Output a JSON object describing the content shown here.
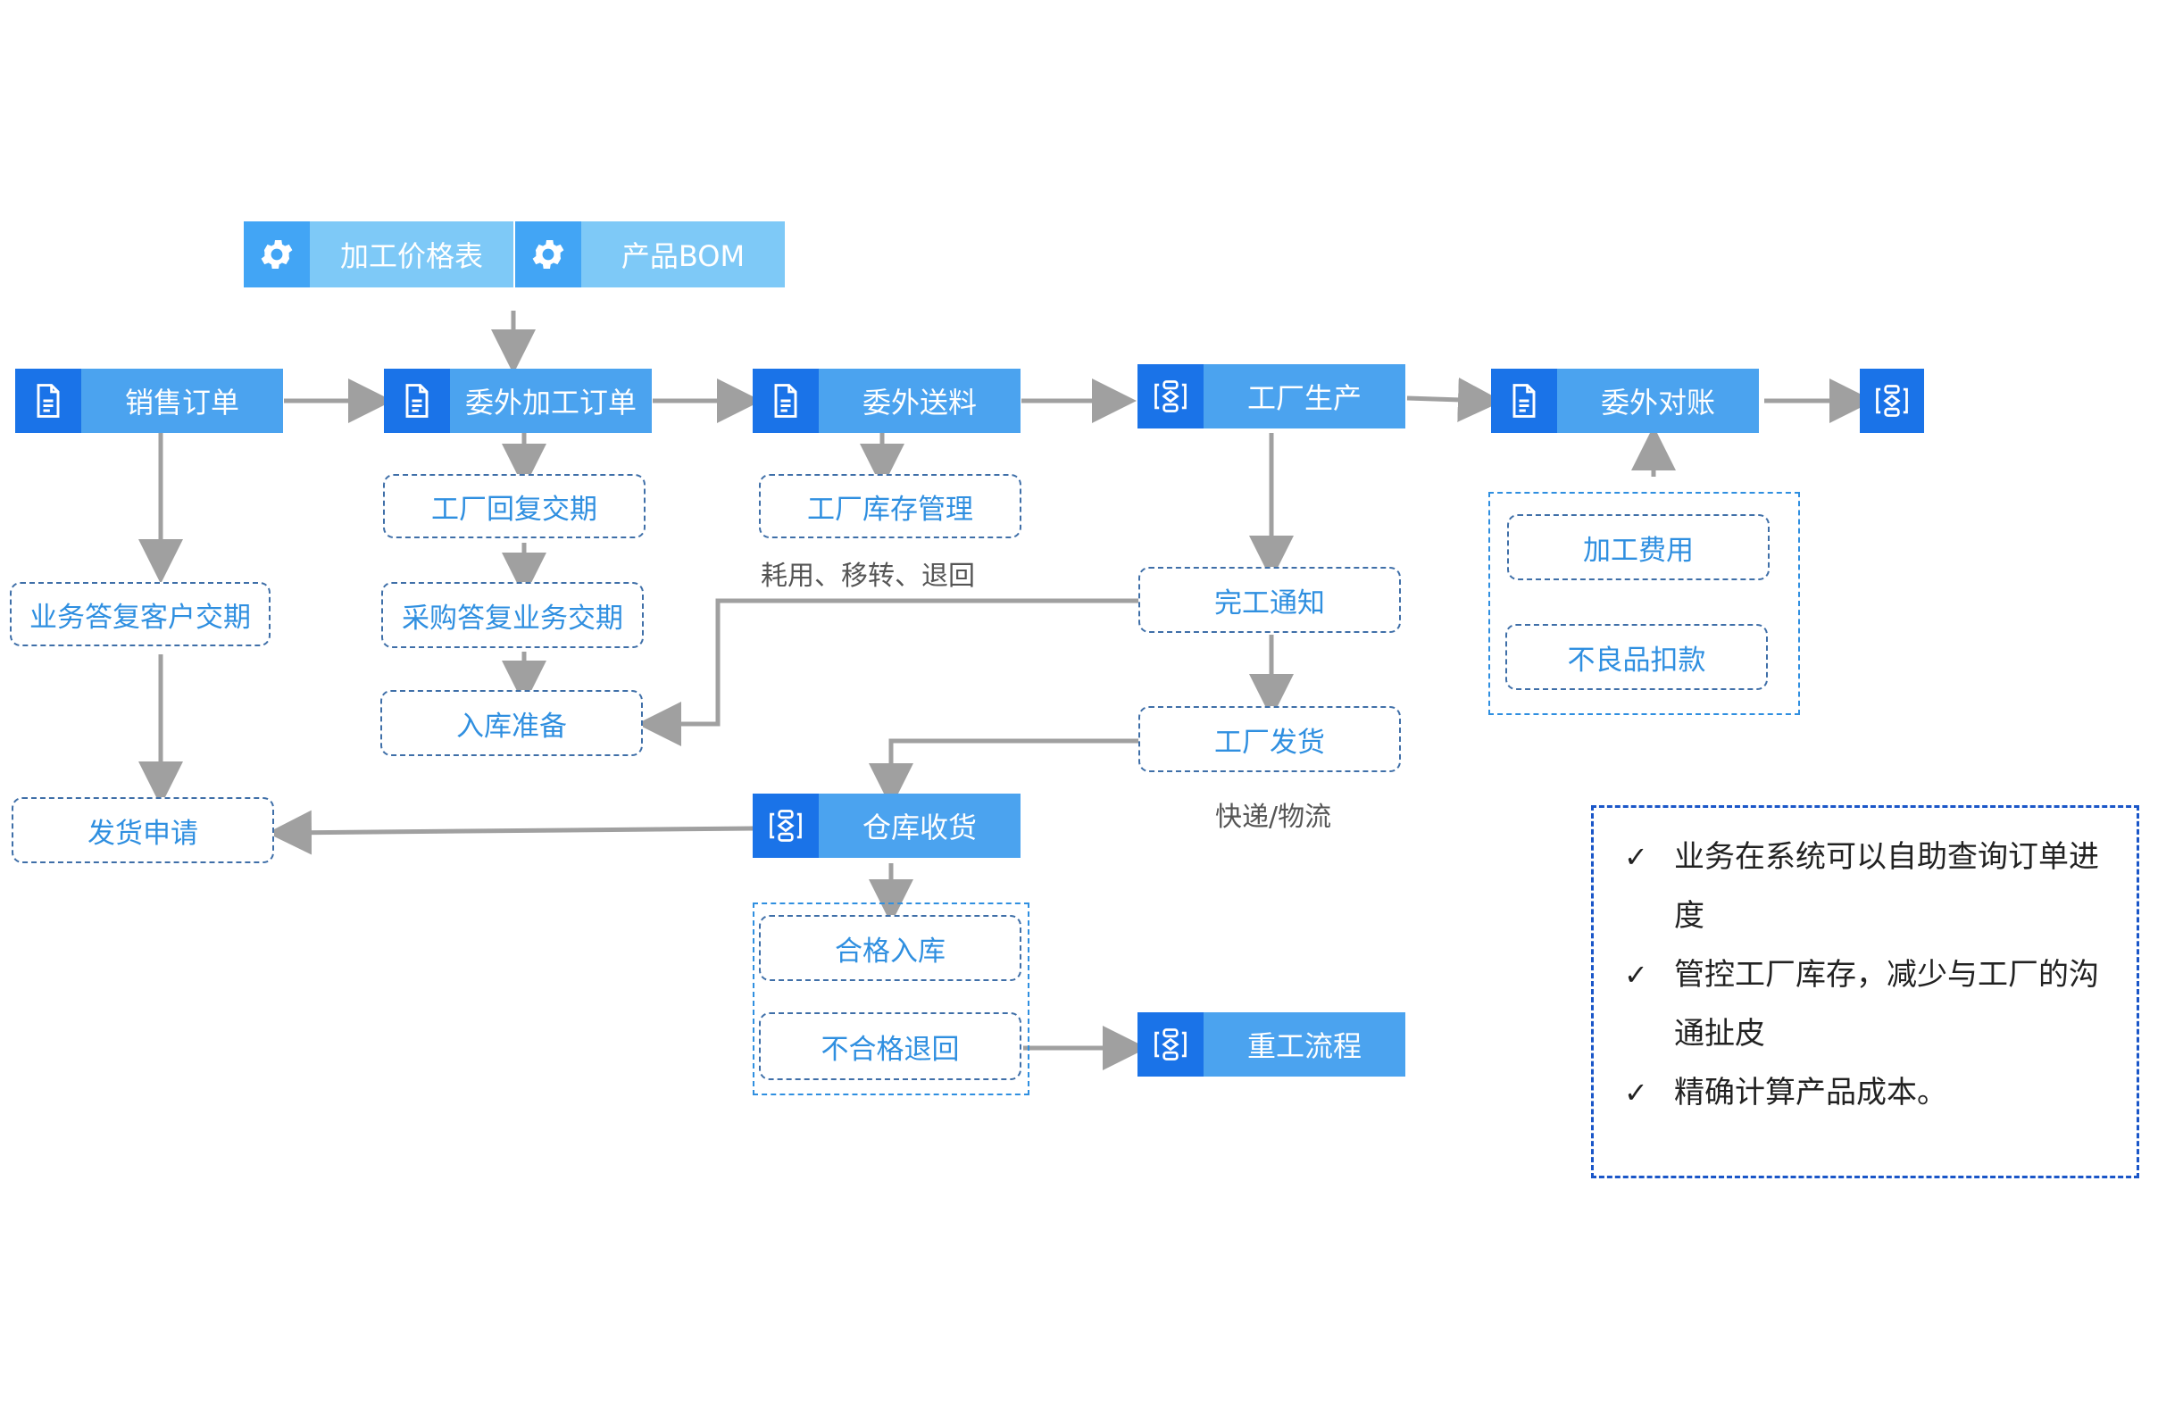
{
  "top_nodes": {
    "price_list": {
      "label": "加工价格表",
      "icon": "gear-icon"
    },
    "product_bom": {
      "label": "产品BOM",
      "icon": "gear-icon"
    }
  },
  "main_flow": {
    "sales_order": {
      "label": "销售订单",
      "icon": "document-icon"
    },
    "outsource_order": {
      "label": "委外加工订单",
      "icon": "document-icon"
    },
    "outsource_delivery": {
      "label": "委外送料",
      "icon": "document-icon"
    },
    "factory_production": {
      "label": "工厂生产",
      "icon": "process-icon"
    },
    "outsource_reconcile": {
      "label": "委外对账",
      "icon": "document-icon"
    },
    "end_node": {
      "label": "",
      "icon": "process-icon"
    }
  },
  "steps": {
    "reply_customer_date": "业务答复客户交期",
    "shipping_request": "发货申请",
    "factory_reply_date": "工厂回复交期",
    "purchase_reply_date": "采购答复业务交期",
    "warehouse_prep": "入库准备",
    "factory_stock_mgmt": "工厂库存管理",
    "stock_note": "耗用、移转、退回",
    "completion_notice": "完工通知",
    "factory_shipping": "工厂发货",
    "shipping_note": "快递/物流",
    "processing_fee": "加工费用",
    "defect_deduction": "不良品扣款",
    "qualified_storage": "合格入库",
    "unqualified_return": "不合格退回"
  },
  "warehouse_receipt": {
    "label": "仓库收货",
    "icon": "process-icon"
  },
  "rework_flow": {
    "label": "重工流程",
    "icon": "process-icon"
  },
  "benefits": {
    "check_mark": "✓",
    "items": [
      "业务在系统可以自助查询订单进度",
      "管控工厂库存，减少与工厂的沟通扯皮",
      "精确计算产品成本。"
    ]
  },
  "colors": {
    "icon_blue": "#1a73e8",
    "label_blue": "#4ba3ef",
    "light_label": "#7ec9f7",
    "dashed_border": "#3f6fa8",
    "dashed_text": "#2f8fe0",
    "arrow_gray": "#a0a0a0"
  }
}
